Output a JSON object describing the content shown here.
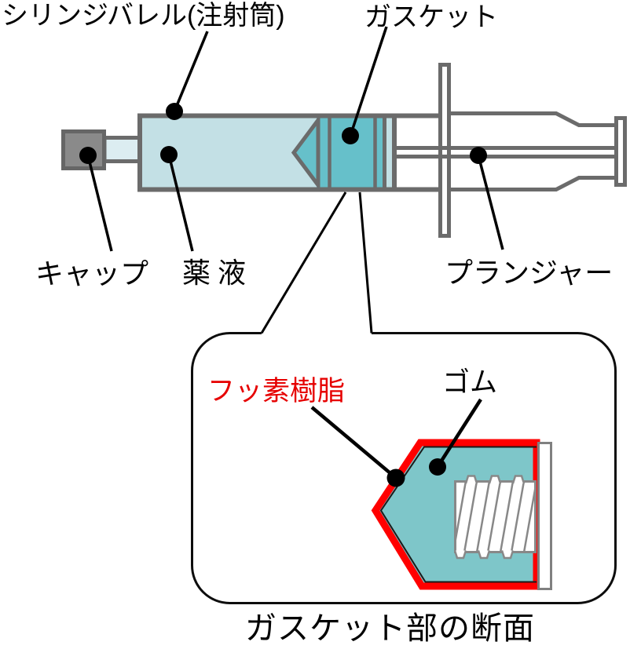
{
  "diagram": {
    "caption": "ガスケット部の断面",
    "labels": {
      "barrel": "シリンジバレル(注射筒)",
      "gasket": "ガスケット",
      "cap": "キャップ",
      "liquid": "薬液",
      "plunger": "プランジャー",
      "fluororesin": "フッ素樹脂",
      "rubber": "ゴム"
    },
    "colors": {
      "liquid_fill": "#c3e0e5",
      "nozzle_fill": "#dcedf1",
      "gasket_fill": "#66c0ca",
      "cross_section_fill": "#7ec6c9",
      "fluororesin_red": "#ff0000",
      "label_red": "#e60000",
      "outline_gray": "#6b6b6b",
      "cap_fill": "#8a8a8a",
      "screw_gray": "#888888",
      "line_black": "#000000"
    }
  }
}
